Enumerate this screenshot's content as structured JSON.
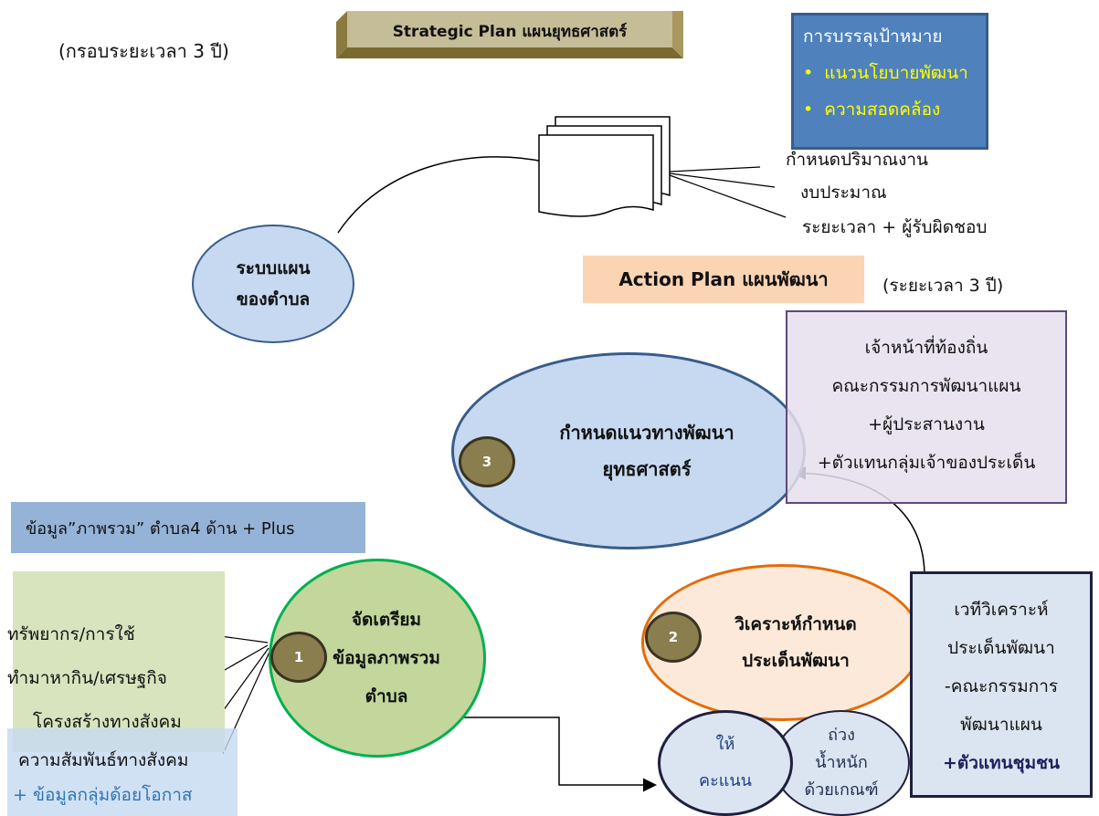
{
  "timeframe_top": "(กรอบระยะเวลา 3 ปี)",
  "strategic_plan": "Strategic Plan แผนยุทธศาสตร์",
  "goals_box": {
    "title": "การบรรลุเป้าหมาย",
    "items": [
      "แนวนโยบายพัฒนา",
      "ความสอดคล้อง"
    ]
  },
  "doc_labels": [
    "กำหนดปริมาณงาน",
    "งบประมาณ",
    "ระยะเวลา + ผู้รับผิดชอบ"
  ],
  "plan_system": [
    "ระบบแผน",
    "ของตำบล"
  ],
  "action_plan": "Action Plan แผนพัฒนา",
  "timeframe_action": "(ระยะเวลา 3 ปี)",
  "staff_box": [
    "เจ้าหน้าที่ท้องถิ่น",
    "คณะกรรมการพัฒนาแผน",
    "+ผู้ประสานงาน",
    "+ตัวแทนกลุ่มเจ้าของประเด็น"
  ],
  "step3": {
    "number": "3",
    "lines": [
      "กำหนดแนวทางพัฒนา",
      "ยุทธศาสตร์"
    ]
  },
  "overview_data": "ข้อมูล”ภาพรวม” ตำบล4 ด้าน + Plus",
  "resources_list": [
    "ทรัพยากร/การใช้",
    "ทำมาหากิน/เศรษฐกิจ",
    "โครงสร้างทางสังคม",
    "ความสัมพันธ์ทางสังคม"
  ],
  "disadvantaged": "+ ข้อมูลกลุ่มด้อยโอกาส",
  "step1": {
    "number": "1",
    "lines": [
      "จัดเตรียม",
      "ข้อมูลภาพรวม",
      "ตำบล"
    ]
  },
  "step2": {
    "number": "2",
    "lines": [
      "วิเคราะห์กำหนด",
      "ประเด็นพัฒนา"
    ]
  },
  "forum_box": [
    "เวทีวิเคราะห์",
    "ประเด็นพัฒนา",
    "-คณะกรรมการ",
    "พัฒนาแผน",
    "+ตัวแทนชุมชน"
  ],
  "score": [
    "ให้",
    "คะแนน"
  ],
  "weight": [
    "ถ่วง",
    "น้ำหนัก",
    "ด้วยเกณฑ์"
  ],
  "colors": {
    "goals_bg": "#4f81bd",
    "goals_items": "#ffff00",
    "action_bg": "#fbd4b4",
    "staff_bg": "#e5dfec",
    "step3_bg": "#c6d9f1",
    "overview_bg": "#95b3d7",
    "resources_bg": "#d7e4bd",
    "step1_bg": "#c3d69b",
    "step2_bg": "#fde9d9",
    "forum_bg": "#dbe5f1",
    "score_bg": "#dbe5f1",
    "badge": "#8a7d4e"
  }
}
